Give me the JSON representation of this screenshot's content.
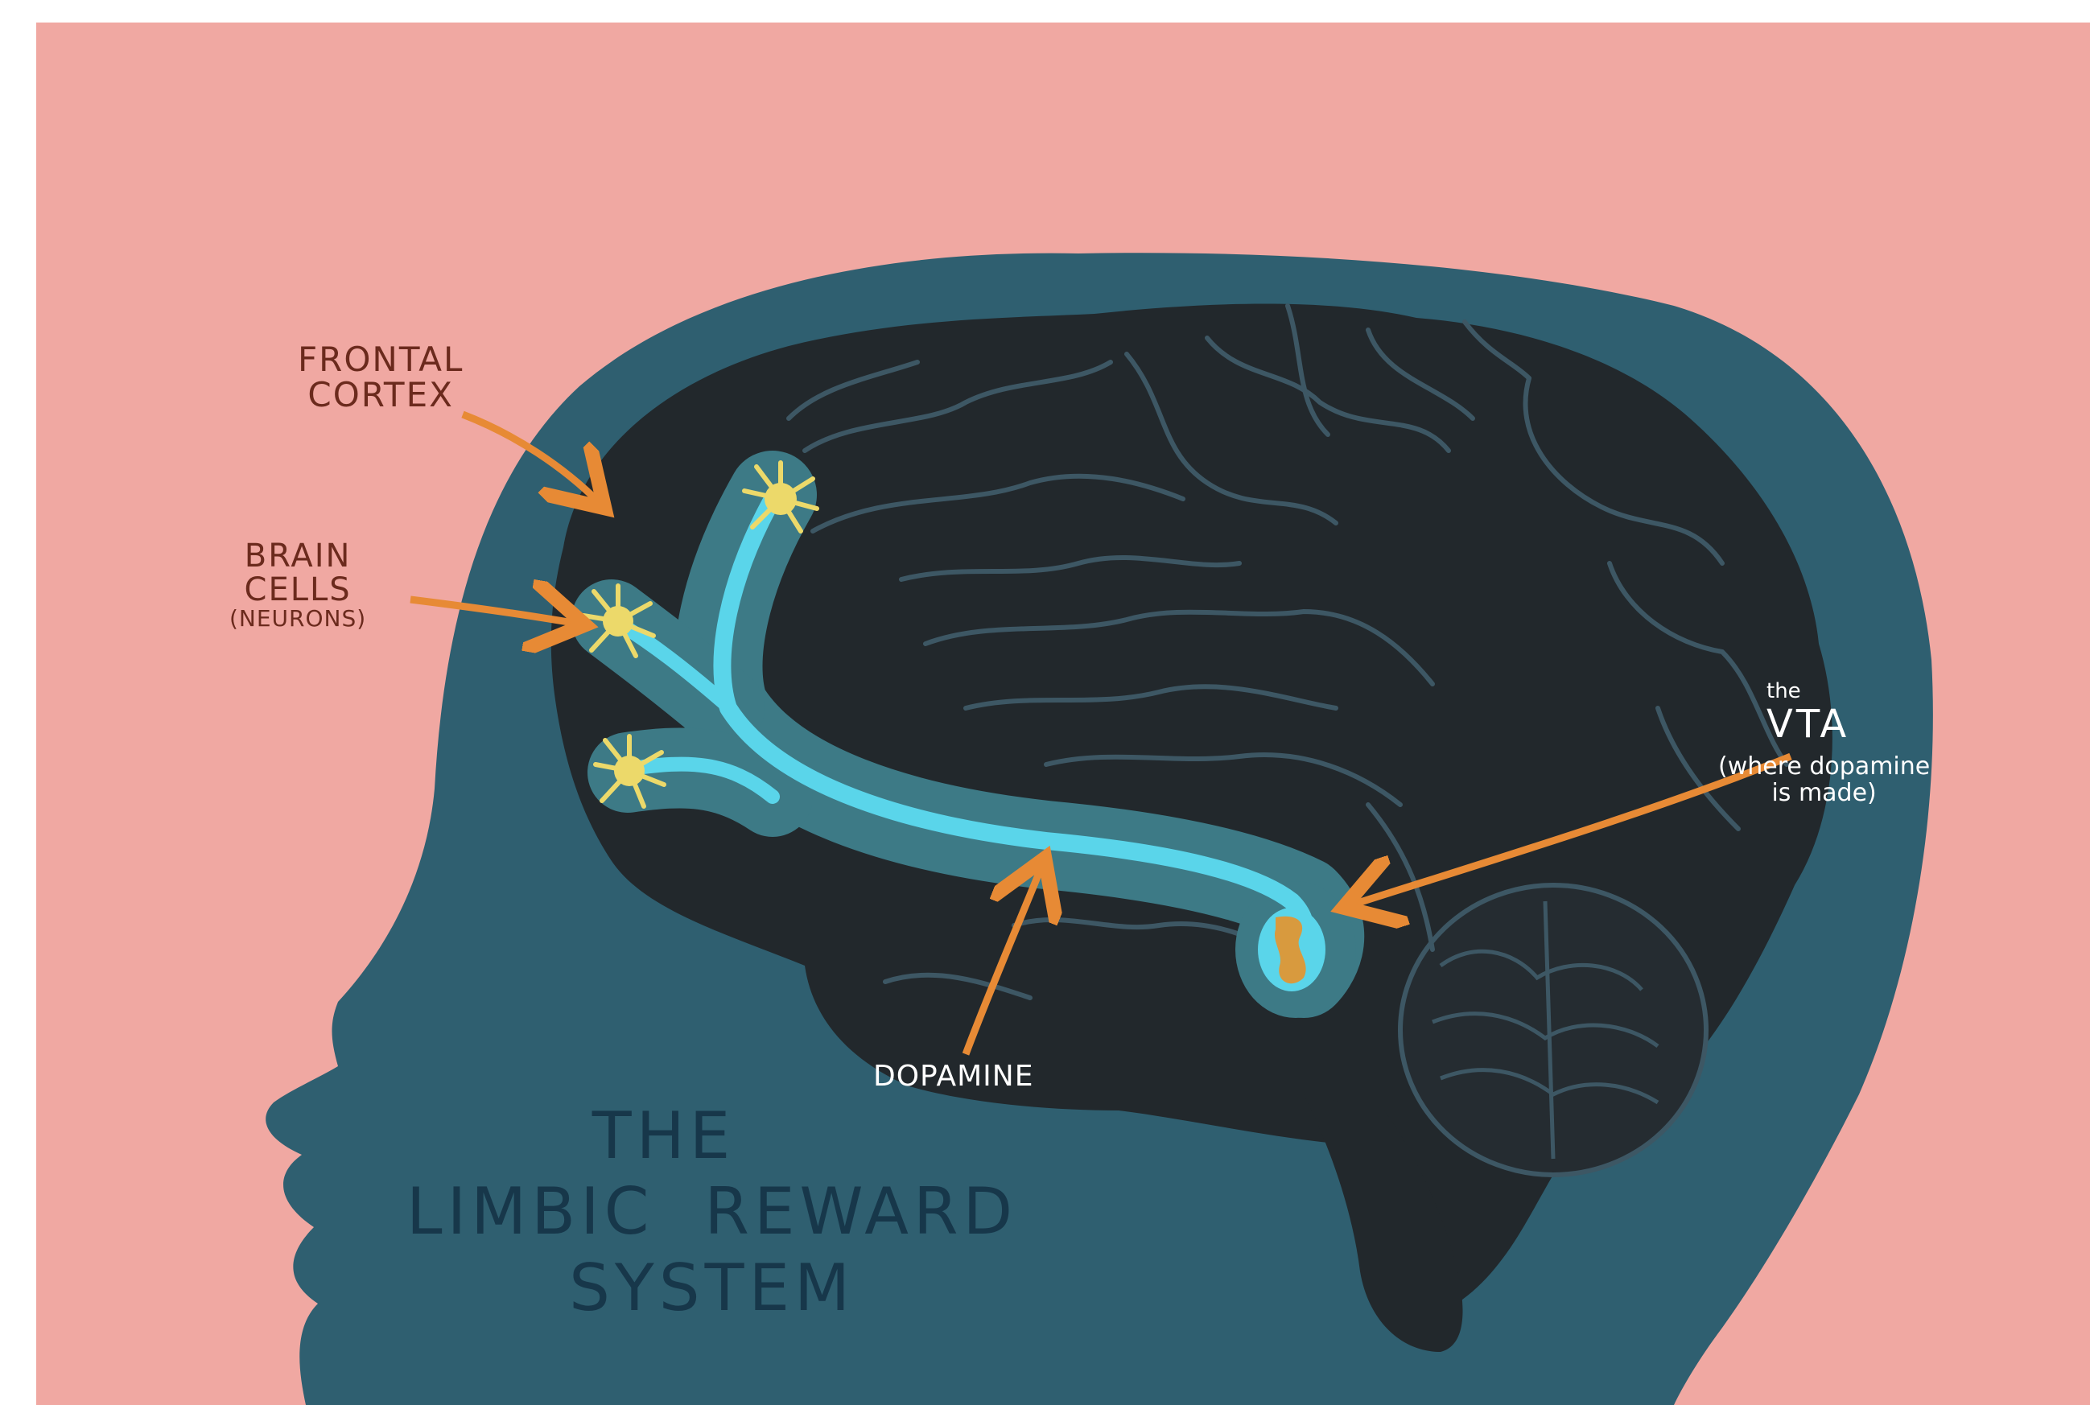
{
  "labels": {
    "frontal_cortex": [
      "FRONTAL",
      "CORTEX"
    ],
    "brain_cells": [
      "BRAIN",
      "CELLS",
      "(NEURONS)"
    ],
    "vta_prefix": "the",
    "vta": "VTA",
    "vta_note": [
      "(where dopamine",
      "is made)"
    ],
    "dopamine": "DOPAMINE"
  },
  "title_lines": [
    "THE",
    "LIMBIC  REWARD",
    "SYSTEM"
  ],
  "colors": {
    "background": "#f0a8a2",
    "head": "#2f5f70",
    "brain": "#22282c",
    "brain_folds": "#3d5764",
    "pathway_glow": "#3d7a86",
    "pathway": "#5ad5ea",
    "neuron": "#ecd96a",
    "vta": "#d89a3e",
    "arrow": "#e78a35",
    "title_text": "#17374a"
  }
}
